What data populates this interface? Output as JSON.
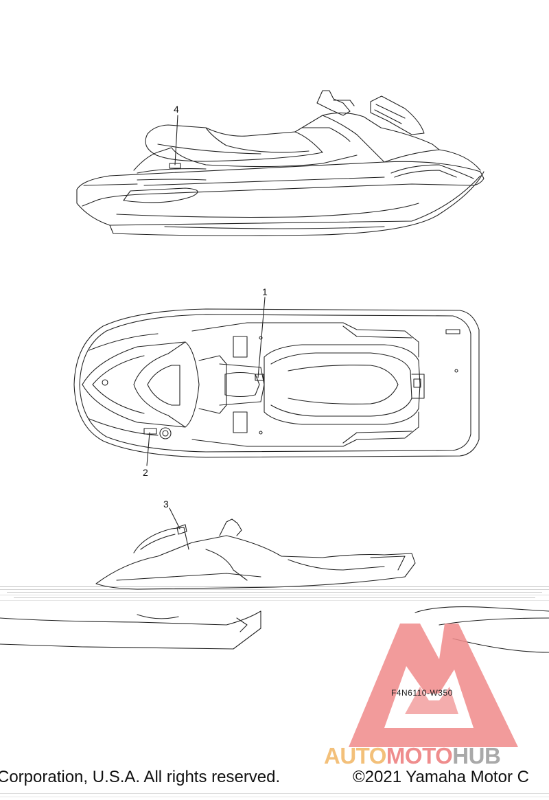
{
  "diagram": {
    "callouts": [
      {
        "id": "1",
        "label": "1"
      },
      {
        "id": "2",
        "label": "2"
      },
      {
        "id": "3",
        "label": "3"
      },
      {
        "id": "4",
        "label": "4"
      }
    ],
    "part_code": "F4N6110-W350"
  },
  "footer": {
    "left_text": "Corporation, U.S.A. All rights reserved.",
    "right_text": "©2021 Yamaha Motor C"
  },
  "watermark": {
    "part1": "AUTO",
    "part2": "MOTO",
    "part3": "HUB",
    "colors": {
      "auto": "#f3c07a",
      "moto": "#ef8d8d",
      "hub": "#a9a9a9",
      "logo": "#f08a8a"
    }
  }
}
